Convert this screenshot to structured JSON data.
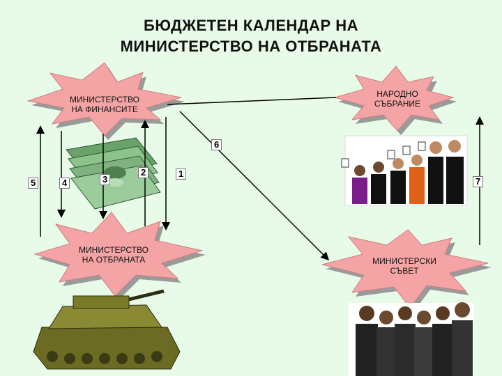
{
  "title": {
    "line1": "БЮДЖЕТЕН КАЛЕНДАР НА",
    "line2": "МИНИСТЕРСТВО НА ОТБРАНАТА"
  },
  "nodes": {
    "finance": {
      "line1": "МИНИСТЕРСТВО",
      "line2": "НА ФИНАНСИТЕ"
    },
    "parliament": {
      "line1": "НАРОДНО",
      "line2": "СЪБРАНИЕ"
    },
    "defense": {
      "line1": "МИНИСТЕРСТВО",
      "line2": "НА ОТБРАНАТА"
    },
    "council": {
      "line1": "МИНИСТЕРСКИ",
      "line2": "СЪВЕТ"
    }
  },
  "steps": [
    "1",
    "2",
    "3",
    "4",
    "5",
    "6",
    "7"
  ],
  "colors": {
    "background": "#e8fbe8",
    "burst": "#f4a4a4",
    "burst_shadow": "#9a9a9a",
    "tank": "#7a7a2a",
    "money": "#7fb27f"
  }
}
